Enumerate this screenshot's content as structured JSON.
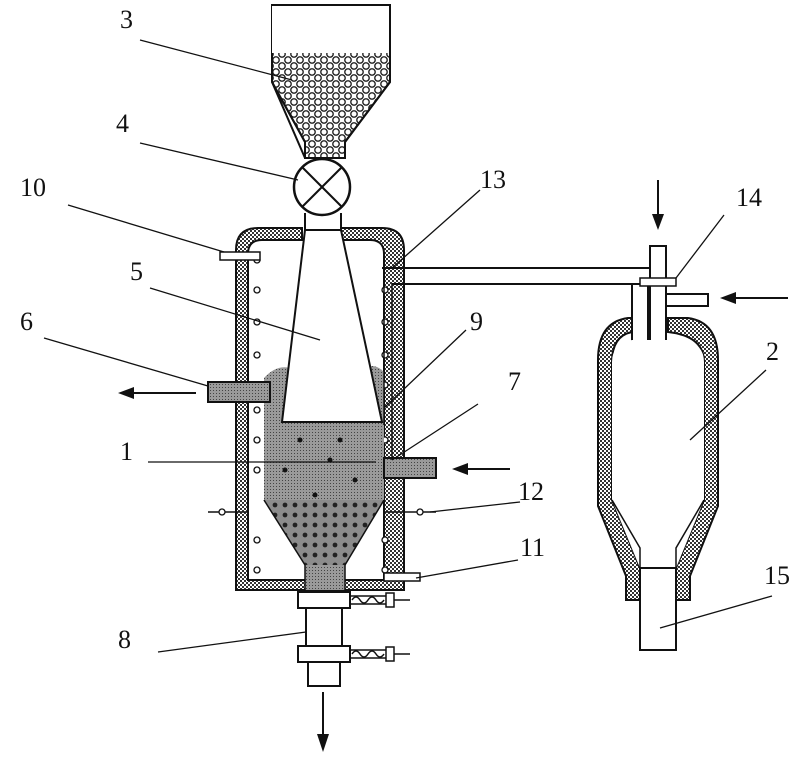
{
  "labels": {
    "n1": "1",
    "n2": "2",
    "n3": "3",
    "n4": "4",
    "n5": "5",
    "n6": "6",
    "n7": "7",
    "n8": "8",
    "n9": "9",
    "n10": "10",
    "n11": "11",
    "n12": "12",
    "n13": "13",
    "n14": "14",
    "n15": "15"
  },
  "colors": {
    "line": "#111111",
    "wall_fill": "#7a7a7a",
    "bed_fill": "#8c8c8c",
    "background": "#ffffff"
  }
}
